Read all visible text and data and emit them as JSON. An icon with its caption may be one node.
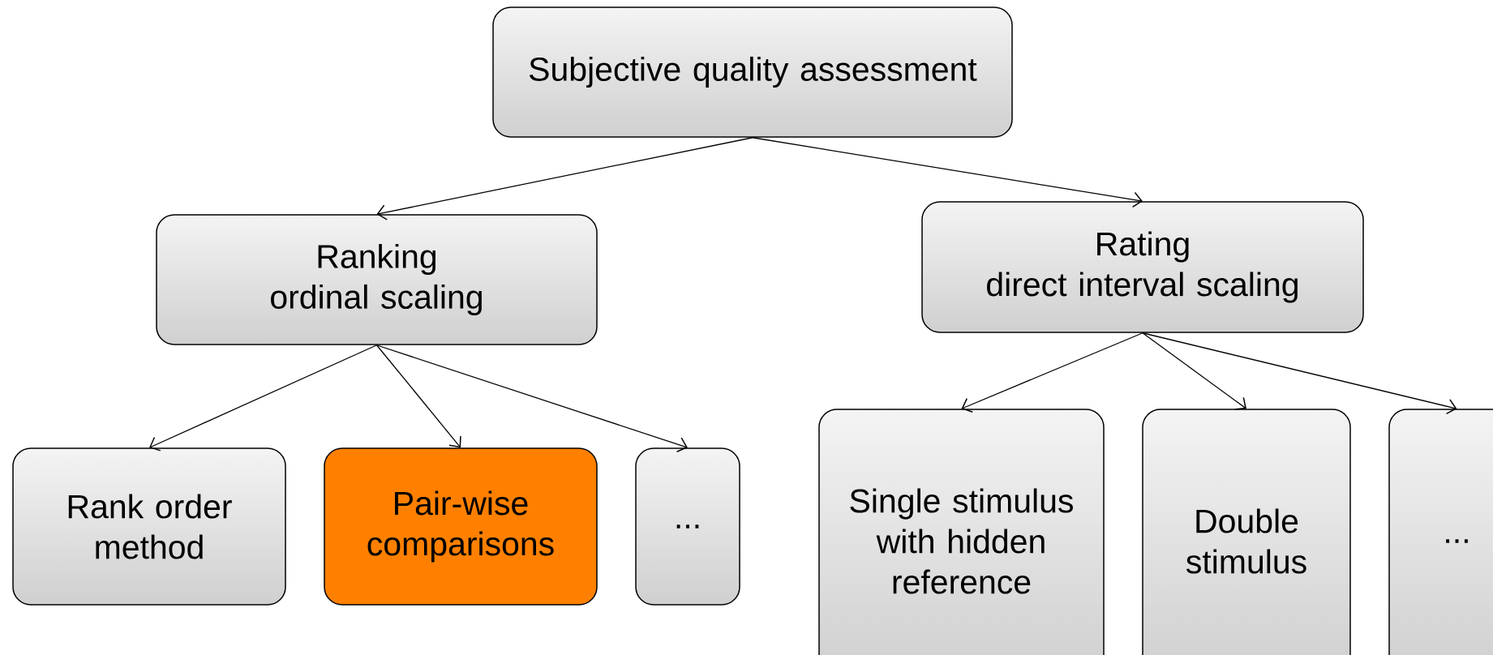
{
  "diagram": {
    "nodes": [
      {
        "text": [
          "Subjective quality assessment"
        ]
      },
      {
        "text": [
          "Ranking",
          "ordinal scaling"
        ]
      },
      {
        "text": [
          "Rating",
          "direct interval scaling"
        ]
      },
      {
        "text": [
          "Rank order method"
        ]
      },
      {
        "text": [
          "Pair-wise comparisons"
        ]
      },
      {
        "text": [
          "..."
        ]
      },
      {
        "text": [
          "Single stimulus with hidden reference"
        ]
      },
      {
        "text": [
          "Double stimulus"
        ]
      },
      {
        "text": [
          "..."
        ]
      }
    ],
    "edges": [
      {
        "from": 0,
        "to": 1,
        "arrow": "to"
      },
      {
        "from": 0,
        "to": 2,
        "arrow": "to"
      },
      {
        "from": 1,
        "to": 3,
        "arrow": "to"
      },
      {
        "from": 1,
        "to": 4,
        "arrow": "to"
      },
      {
        "from": 1,
        "to": 5,
        "arrow": "to"
      },
      {
        "from": 2,
        "to": 6,
        "arrow": "to"
      },
      {
        "from": 2,
        "to": 7,
        "arrow": "to"
      },
      {
        "from": 2,
        "to": 8,
        "arrow": "to"
      }
    ]
  }
}
